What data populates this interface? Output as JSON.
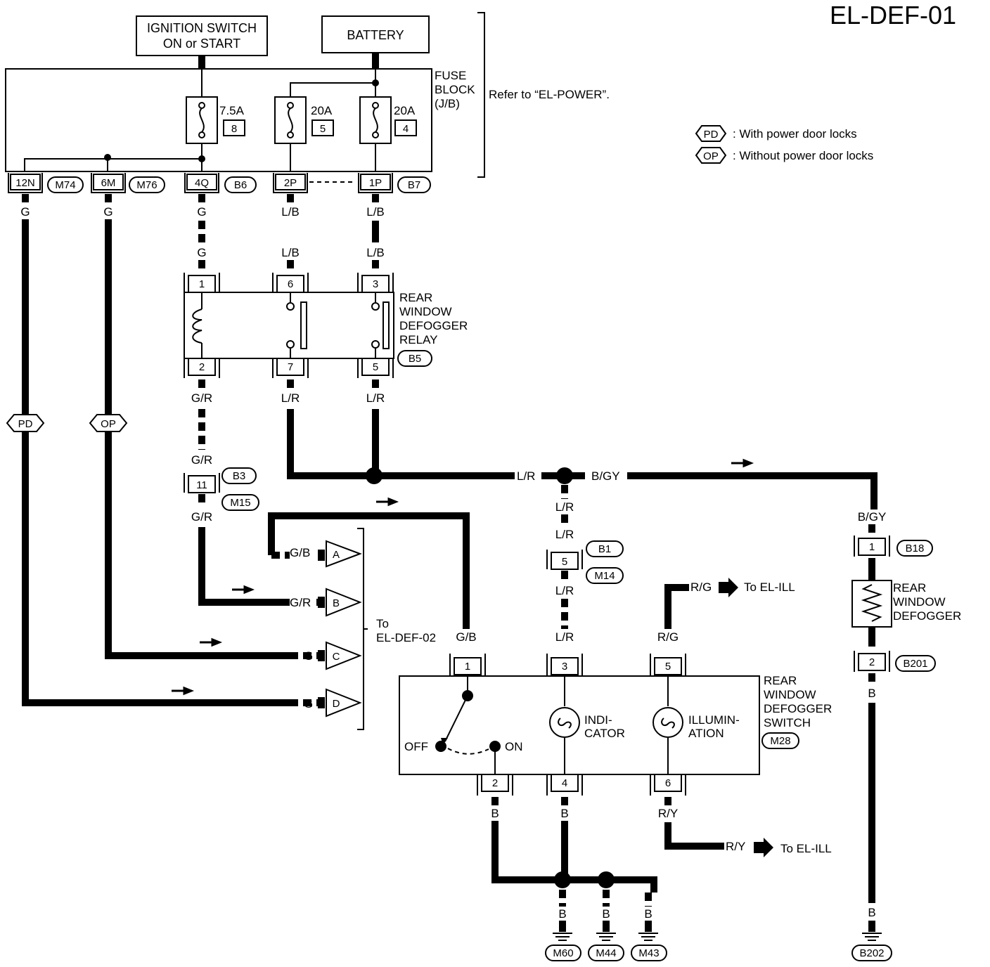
{
  "title": "EL-DEF-01",
  "sources": {
    "ignition_line1": "IGNITION SWITCH",
    "ignition_line2": "ON or START",
    "battery": "BATTERY"
  },
  "fuse_block": {
    "label_line1": "FUSE",
    "label_line2": "BLOCK",
    "label_line3": "(J/B)",
    "refer": "Refer to “EL-POWER”.",
    "fuses": [
      {
        "amp": "7.5A",
        "num": "8"
      },
      {
        "amp": "20A",
        "num": "5"
      },
      {
        "amp": "20A",
        "num": "4"
      }
    ],
    "terminals": [
      "12N",
      "6M",
      "4Q",
      "2P",
      "1P"
    ],
    "connectors": [
      "M74",
      "M76",
      "B6",
      "B7"
    ]
  },
  "legend": [
    {
      "code": "PD",
      "text": ": With power door locks"
    },
    {
      "code": "OP",
      "text": ": Without power door locks"
    }
  ],
  "wire_colors": {
    "g": "G",
    "lb": "L/B",
    "gr": "G/R",
    "lr": "L/R",
    "bgy": "B/GY",
    "gb": "G/B",
    "rg": "R/G",
    "ry": "R/Y",
    "b": "B"
  },
  "relay": {
    "line1": "REAR",
    "line2": "WINDOW",
    "line3": "DEFOGGER",
    "line4": "RELAY",
    "connector": "B5",
    "pins_top": [
      "1",
      "6",
      "3"
    ],
    "pins_bottom": [
      "2",
      "7",
      "5"
    ]
  },
  "joint_11": {
    "pin": "11",
    "conn_a": "B3",
    "conn_b": "M15"
  },
  "joint_5": {
    "pin": "5",
    "conn_a": "B1",
    "conn_b": "M14"
  },
  "offpage": {
    "letters": [
      "A",
      "B",
      "C",
      "D"
    ],
    "to_line1": "To",
    "to_line2": "EL-DEF-02"
  },
  "to_el_ill": "To EL-ILL",
  "switch": {
    "line1": "REAR",
    "line2": "WINDOW",
    "line3": "DEFOGGER",
    "line4": "SWITCH",
    "connector": "M28",
    "pins_top": [
      "1",
      "3",
      "5"
    ],
    "pins_bottom": [
      "2",
      "4",
      "6"
    ],
    "off": "OFF",
    "on": "ON",
    "indicator1": "INDI-",
    "indicator2": "CATOR",
    "illum1": "ILLUMIN-",
    "illum2": "ATION"
  },
  "defogger": {
    "line1": "REAR",
    "line2": "WINDOW",
    "line3": "DEFOGGER",
    "pin1": "1",
    "pin2": "2",
    "conn1": "B18",
    "conn2": "B201"
  },
  "grounds": [
    "M60",
    "M44",
    "M43",
    "B202"
  ]
}
